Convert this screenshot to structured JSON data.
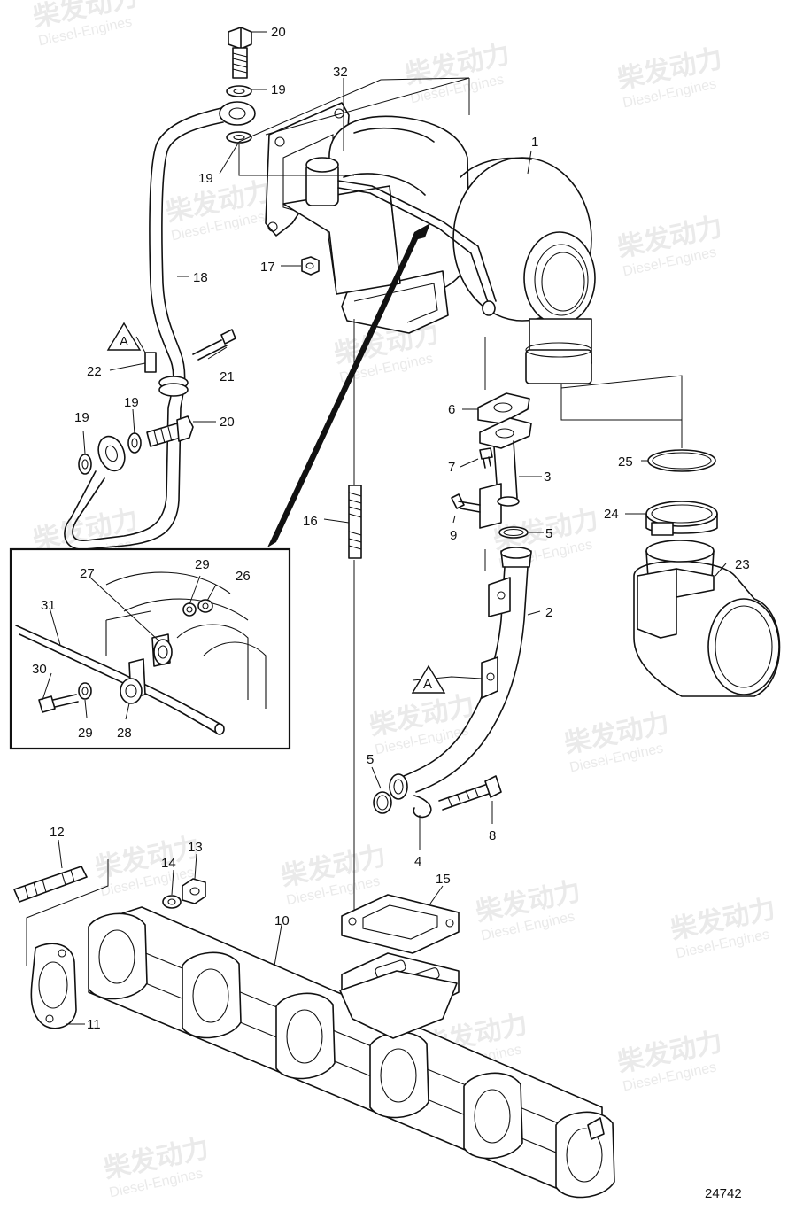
{
  "watermark": {
    "brand_cn": "柴发动力",
    "brand_en": "Diesel-Engines"
  },
  "drawing_number": "24742",
  "detail_view_marker": "A",
  "part_labels": [
    "1",
    "2",
    "3",
    "4",
    "5",
    "6",
    "7",
    "8",
    "9",
    "10",
    "11",
    "12",
    "13",
    "14",
    "15",
    "16",
    "17",
    "18",
    "19",
    "20",
    "21",
    "22",
    "23",
    "24",
    "25",
    "26",
    "27",
    "28",
    "29",
    "30",
    "31",
    "32"
  ]
}
